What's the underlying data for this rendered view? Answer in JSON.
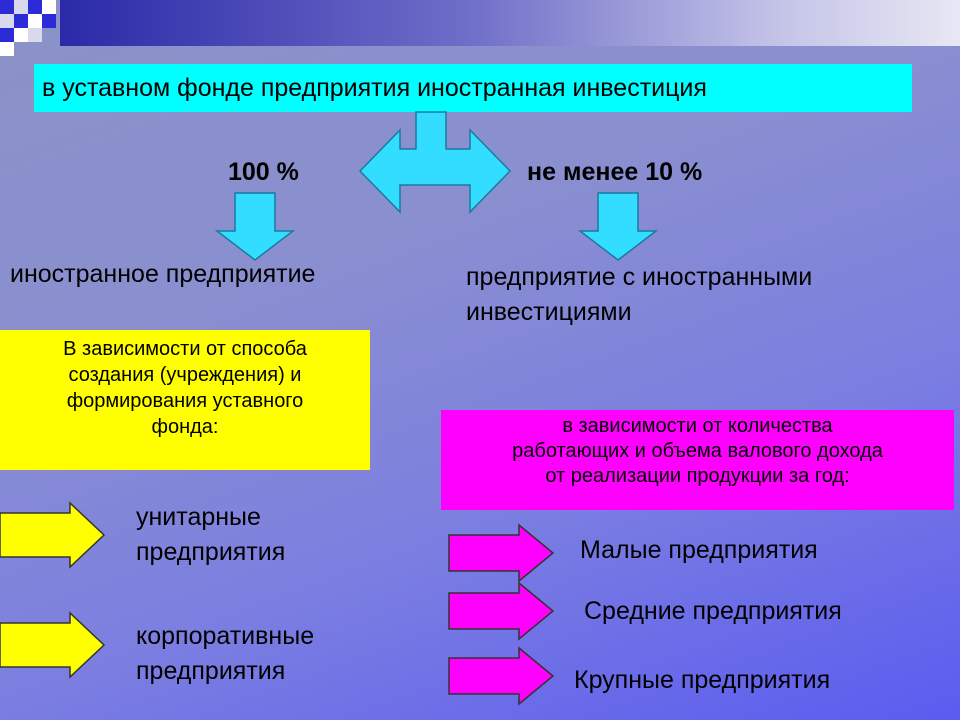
{
  "title": "в уставном фонде предприятия иностранная инвестиция",
  "branch_left": {
    "label": "100 %",
    "result": "иностранное предприятие"
  },
  "branch_right": {
    "label": "не менее 10 %",
    "result_line1": "предприятие с иностранными",
    "result_line2": "инвестициями"
  },
  "yellow_box": {
    "lines": [
      "В зависимости от способа",
      "создания (учреждения) и",
      "формирования уставного",
      "фонда:"
    ]
  },
  "magenta_box": {
    "lines": [
      "в зависимости от количества",
      "работающих и объема валового дохода",
      "от реализации продукции за год:"
    ]
  },
  "left_types": [
    {
      "line1": "унитарные",
      "line2": "предприятия"
    },
    {
      "line1": "корпоративные",
      "line2": "предприятия"
    }
  ],
  "right_types": [
    {
      "label": "Малые предприятия"
    },
    {
      "label": "Средние предприятия"
    },
    {
      "label": "Крупные предприятия"
    }
  ],
  "colors": {
    "cyan": "#00ffff",
    "yellow": "#ffff00",
    "magenta": "#ff00ff",
    "arrow_cyan": "#33ddff"
  }
}
